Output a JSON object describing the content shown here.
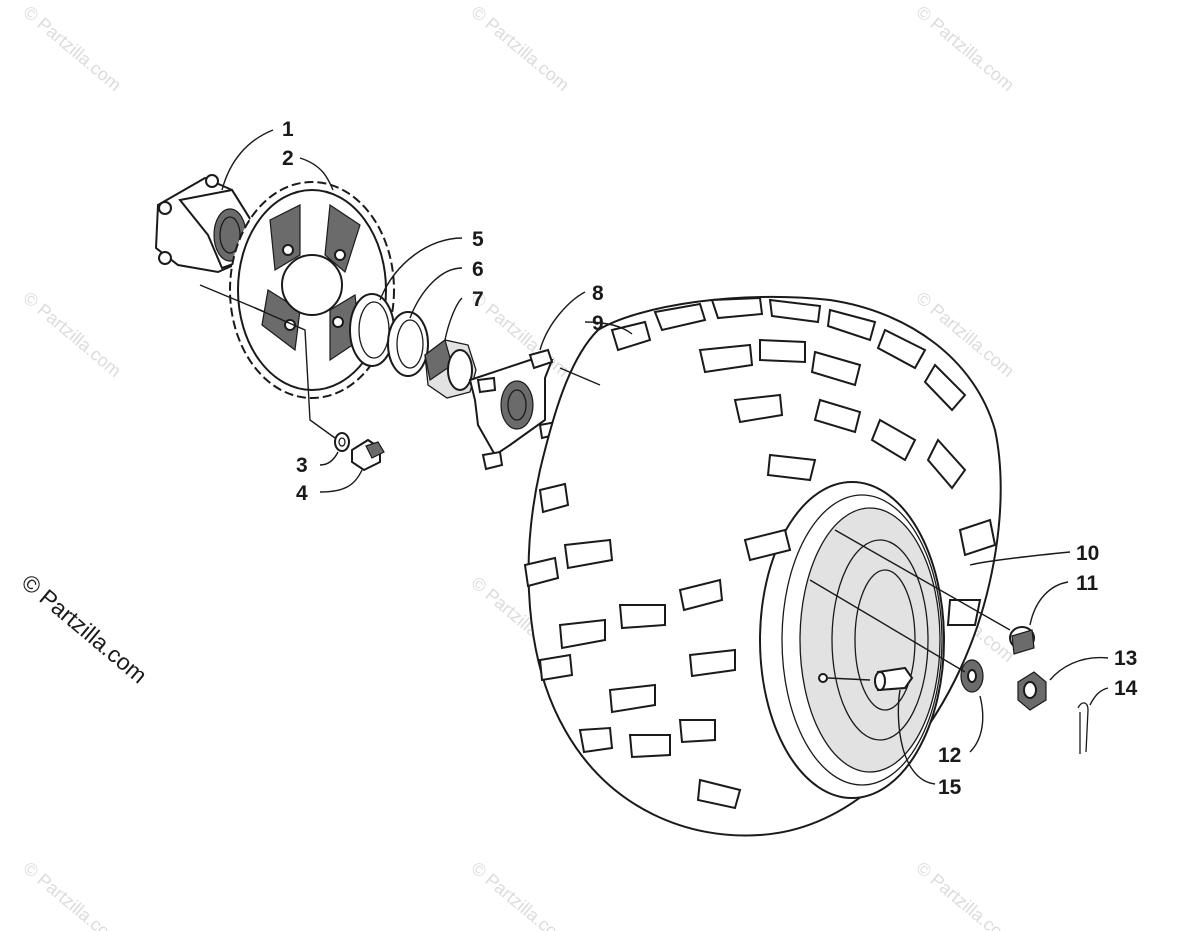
{
  "watermark": {
    "text": "© Partzilla.com"
  },
  "callouts": [
    {
      "id": "1",
      "label": "1"
    },
    {
      "id": "2",
      "label": "2"
    },
    {
      "id": "3",
      "label": "3"
    },
    {
      "id": "4",
      "label": "4"
    },
    {
      "id": "5",
      "label": "5"
    },
    {
      "id": "6",
      "label": "6"
    },
    {
      "id": "7",
      "label": "7"
    },
    {
      "id": "8",
      "label": "8"
    },
    {
      "id": "9",
      "label": "9"
    },
    {
      "id": "10",
      "label": "10"
    },
    {
      "id": "11",
      "label": "11"
    },
    {
      "id": "12",
      "label": "12"
    },
    {
      "id": "13",
      "label": "13"
    },
    {
      "id": "14",
      "label": "14"
    },
    {
      "id": "15",
      "label": "15"
    }
  ],
  "colors": {
    "line": "#1a1a1a",
    "watermark": "#dcdcdc",
    "background": "#ffffff"
  }
}
